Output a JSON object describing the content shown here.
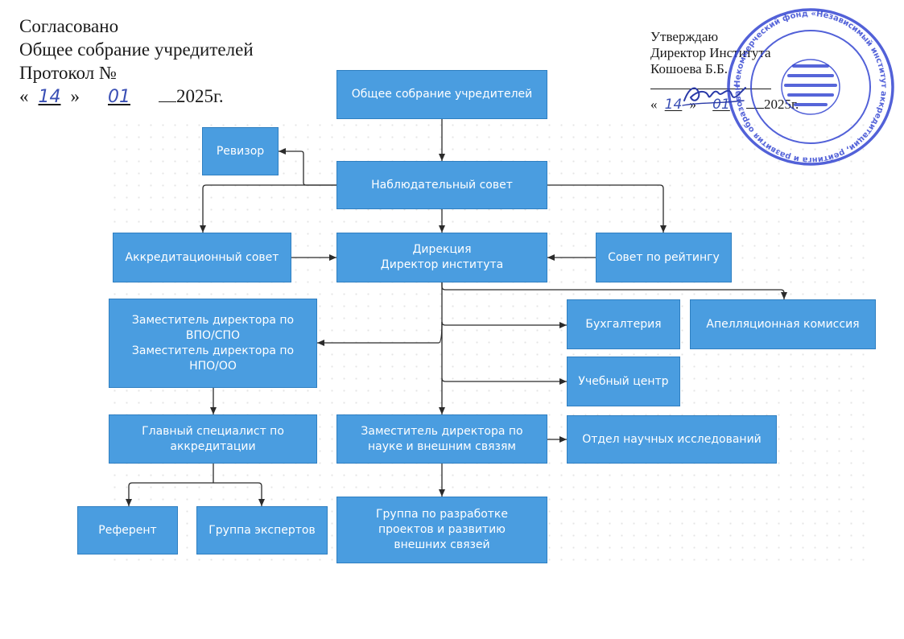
{
  "header_left": {
    "line1": "Согласовано",
    "line2": "Общее собрание учредителей",
    "line3": "Протокол №",
    "date_open": "«",
    "day": "14",
    "mid": "»",
    "month": "01",
    "year": "2025г."
  },
  "header_right": {
    "line1": "Утверждаю",
    "line2": "Директор Института",
    "line3": "Кошоева Б.Б.",
    "date_open": "«",
    "day": "14",
    "mid": "»",
    "month": "01",
    "year": "2025г."
  },
  "stamp_text": "Некоммерческий фонд «Независимый институт аккредитации, рейтинга и развития образования»",
  "nodes": {
    "founders_assembly": "Общее собрание учредителей",
    "auditor": "Ревизор",
    "supervisory_board": "Наблюдательный совет",
    "accreditation_council": "Аккредитационный совет",
    "directorate": "Дирекция\nДиректор института",
    "rating_council": "Совет по рейтингу",
    "deputy_director_education": "Заместитель директора по\nВПО/СПО\nЗаместитель директора по\nНПО/ОО",
    "accounting": "Бухгалтерия",
    "appeals_commission": "Апелляционная комиссия",
    "training_center": "Учебный центр",
    "chief_specialist": "Главный специалист по\nаккредитации",
    "deputy_director_science": "Заместитель директора по\nнауке и внешним связям",
    "research_department": "Отдел научных исследований",
    "referent": "Референт",
    "experts_group": "Группа экспертов",
    "projects_group": "Группа по разработке\nпроектов и развитию\nвнешних связей"
  },
  "colors": {
    "node_fill": "#4a9de0",
    "node_border": "#2f7fc1",
    "node_text": "#ffffff",
    "connector": "#2b2b2b",
    "stamp": "#2d3fd0",
    "handwriting": "#3a4fb5"
  }
}
